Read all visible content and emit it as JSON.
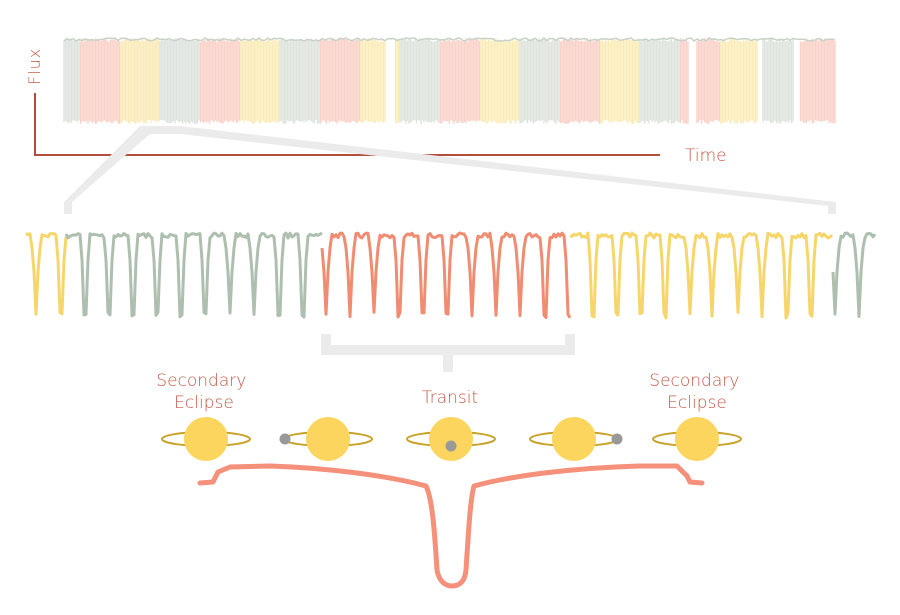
{
  "axes": {
    "flux_label": "Flux",
    "time_label": "Time"
  },
  "labels": {
    "secondary_left_line1": "Secondary",
    "secondary_left_line2": "Eclipse",
    "transit": "Transit",
    "secondary_right_line1": "Secondary",
    "secondary_right_line2": "Eclipse"
  },
  "colors": {
    "yellow": "#f6d66b",
    "gray": "#aebfb0",
    "red": "#f08c72",
    "axis": "#b34d3c",
    "bracket": "#ebebeb",
    "planet_body": "#fcd55e",
    "ring": "#c9a22a",
    "moon": "#999999",
    "label_text": "#c25a47",
    "bottom_curve": "#f5907a"
  },
  "icons": [
    "planet-icon",
    "moon-icon"
  ],
  "stages": [
    "secondary-eclipse",
    "ingress",
    "transit",
    "egress",
    "secondary-eclipse"
  ]
}
